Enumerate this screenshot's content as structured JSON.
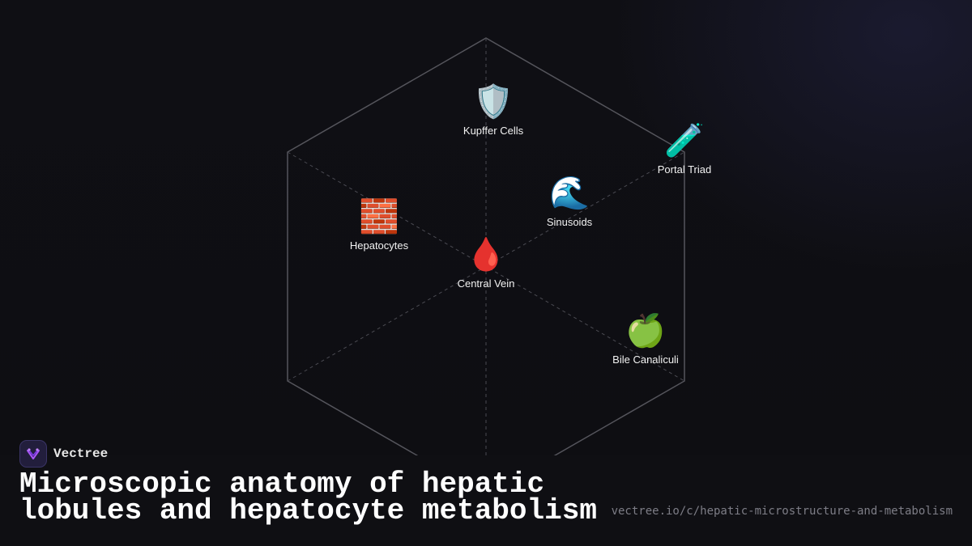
{
  "diagram": {
    "nodes": [
      {
        "id": "kupffer",
        "label": "Kupffer Cells",
        "icon": "shield-icon",
        "glyph": "🛡️"
      },
      {
        "id": "portal",
        "label": "Portal Triad",
        "icon": "test-tube-icon",
        "glyph": "🧪"
      },
      {
        "id": "sinusoids",
        "label": "Sinusoids",
        "icon": "wave-icon",
        "glyph": "🌊"
      },
      {
        "id": "hepatocytes",
        "label": "Hepatocytes",
        "icon": "brick-icon",
        "glyph": "🧱"
      },
      {
        "id": "central",
        "label": "Central Vein",
        "icon": "blood-drop-icon",
        "glyph": "🩸"
      },
      {
        "id": "bile",
        "label": "Bile Canaliculi",
        "icon": "green-apple-icon",
        "glyph": "🍏"
      }
    ],
    "colors": {
      "hexagon_stroke": "#55555c",
      "spoke_stroke": "#4a4a52"
    }
  },
  "brand": {
    "name": "Vectree",
    "logo_icon": "vectree-logo-icon",
    "logo_color": "#a855f7"
  },
  "title": "Microscopic anatomy of hepatic lobules and hepatocyte metabolism",
  "url": "vectree.io/c/hepatic-microstructure-and-metabolism"
}
